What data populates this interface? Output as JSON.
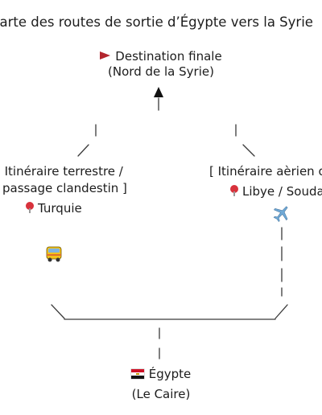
{
  "title": "Carte des routes de sortie d’Égypte vers la Syrie",
  "destination": {
    "label": "Destination finale",
    "sublabel": "(Nord de la Syrie)",
    "flag_icon": "red-pennant-flag",
    "flag_color": "#b3262e"
  },
  "land_route": {
    "line1": "[ Itinéraire terrestre /",
    "line2": "passage clandestin ]",
    "via": "Turquie",
    "pin_icon": "red-location-pin",
    "vehicle_icon": "bus-icon"
  },
  "air_route": {
    "line1": "[ Itinéraire aèrien ou",
    "via": "Libye / Soudan",
    "pin_icon": "red-location-pin",
    "vehicle_icon": "airplane-icon"
  },
  "origin": {
    "label": "Égypte",
    "sublabel": "(Le Caire)",
    "flag_icon": "egypt-flag"
  },
  "colors": {
    "line": "#3a3a3a",
    "pin": "#d8323c",
    "bus_body": "#f2c31b",
    "airplane": "#6fa9d6"
  }
}
